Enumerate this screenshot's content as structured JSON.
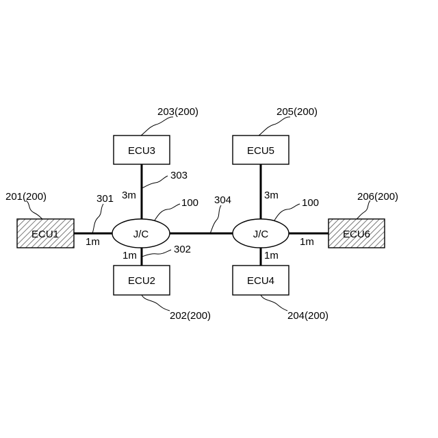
{
  "ecus": {
    "ecu1": {
      "label": "ECU1",
      "ref": "201(200)"
    },
    "ecu2": {
      "label": "ECU2",
      "ref": "202(200)"
    },
    "ecu3": {
      "label": "ECU3",
      "ref": "203(200)"
    },
    "ecu4": {
      "label": "ECU4",
      "ref": "204(200)"
    },
    "ecu5": {
      "label": "ECU5",
      "ref": "205(200)"
    },
    "ecu6": {
      "label": "ECU6",
      "ref": "206(200)"
    }
  },
  "junctions": {
    "left": {
      "label": "J/C",
      "ref": "100"
    },
    "right": {
      "label": "J/C",
      "ref": "100"
    }
  },
  "cables": {
    "c301": {
      "ref": "301"
    },
    "c302": {
      "ref": "302"
    },
    "c303": {
      "ref": "303"
    },
    "c304": {
      "ref": "304"
    }
  },
  "lengths": {
    "ecu1_jc": "1m",
    "ecu2_jc": "1m",
    "ecu3_jc": "3m",
    "ecu4_jc": "1m",
    "ecu5_jc": "3m",
    "ecu6_jc": "1m"
  },
  "colors": {
    "line": "#000000",
    "background": "#ffffff"
  }
}
